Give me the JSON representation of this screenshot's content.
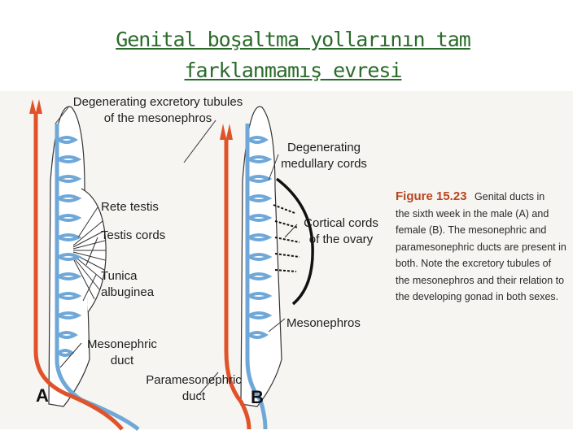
{
  "title": {
    "line1": "Genital boşaltma yollarının tam",
    "line2": "farklanmamış evresi"
  },
  "labels": {
    "degen_tubules_1": "Degenerating excretory tubules",
    "degen_tubules_2": "of the mesonephros",
    "rete_testis": "Rete testis",
    "testis_cords": "Testis cords",
    "tunica_1": "Tunica",
    "tunica_2": "albuginea",
    "mesonephric_1": "Mesonephric",
    "mesonephric_2": "duct",
    "paramesonephric_1": "Paramesonephric",
    "paramesonephric_2": "duct",
    "degen_medullary_1": "Degenerating",
    "degen_medullary_2": "medullary cords",
    "cortical_1": "Cortical cords",
    "cortical_2": "of the ovary",
    "mesonephros": "Mesonephros",
    "panel_a": "A",
    "panel_b": "B"
  },
  "caption": {
    "figure": "Figure 15.23",
    "lines": [
      "Genital ducts in",
      "the sixth week in the male (A) and",
      "female (B). The mesonephric and",
      "paramesonephric ducts are present in",
      "both. Note the excretory tubules of",
      "the mesonephros and their relation to",
      "the developing gonad in both sexes."
    ]
  },
  "colors": {
    "title": "#2a6b2a",
    "paramesonephric": "#e0532a",
    "mesonephric": "#6fa8d8",
    "outline": "#222222"
  }
}
